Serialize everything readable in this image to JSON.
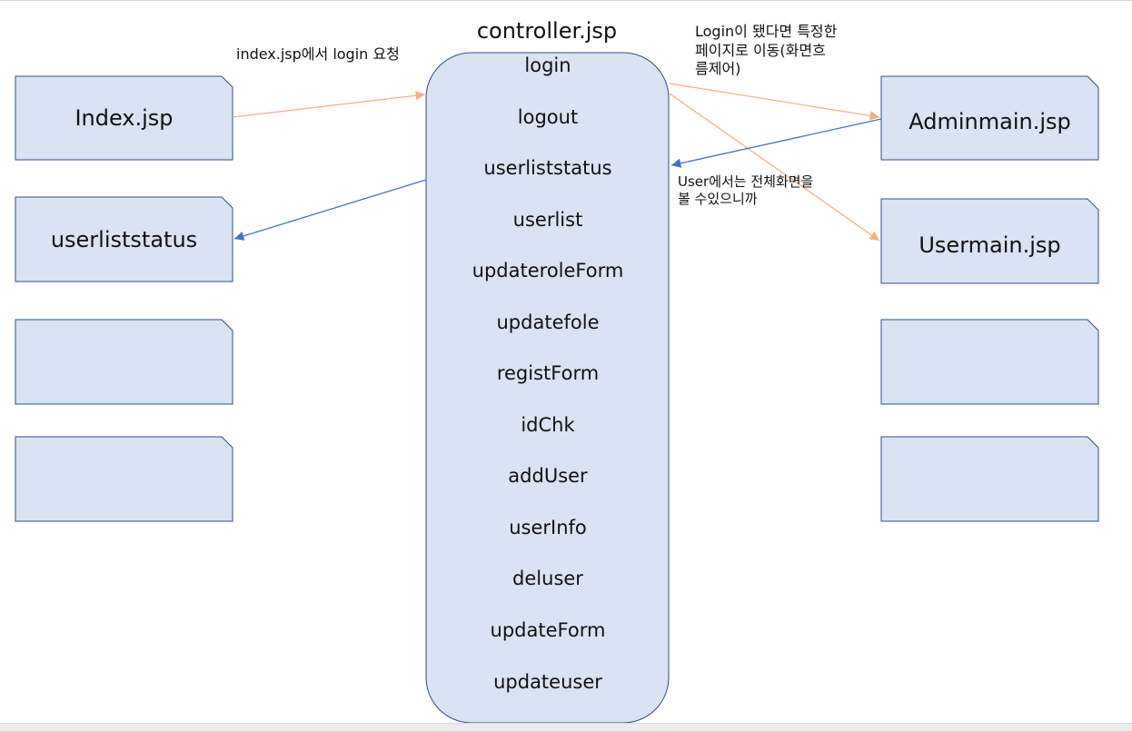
{
  "controller": {
    "title": "controller.jsp",
    "methods": [
      "login",
      "logout",
      "userliststatus",
      "userlist",
      "updateroleForm",
      "updatefole",
      "registForm",
      "idChk",
      "addUser",
      "userInfo",
      "deluser",
      "updateForm",
      "updateuser"
    ]
  },
  "left_boxes": [
    "Index.jsp",
    "userliststatus",
    "",
    ""
  ],
  "right_boxes": [
    "Adminmain.jsp",
    "Usermain.jsp",
    "",
    ""
  ],
  "annotations": {
    "index_request": "index.jsp에서 login 요청",
    "login_redirect_line1": "Login이 됐다면 특정한",
    "login_redirect_line2": "페이지로 이동(화면흐",
    "login_redirect_line3": "름제어)",
    "user_note_line1": "User에서는 전체화면을",
    "user_note_line2": "볼 수있으니까"
  },
  "colors": {
    "box_fill": "#dae3f3",
    "box_stroke": "#2f4f7f",
    "orange_arrow": "#f4b183",
    "blue_arrow": "#4472c4"
  }
}
